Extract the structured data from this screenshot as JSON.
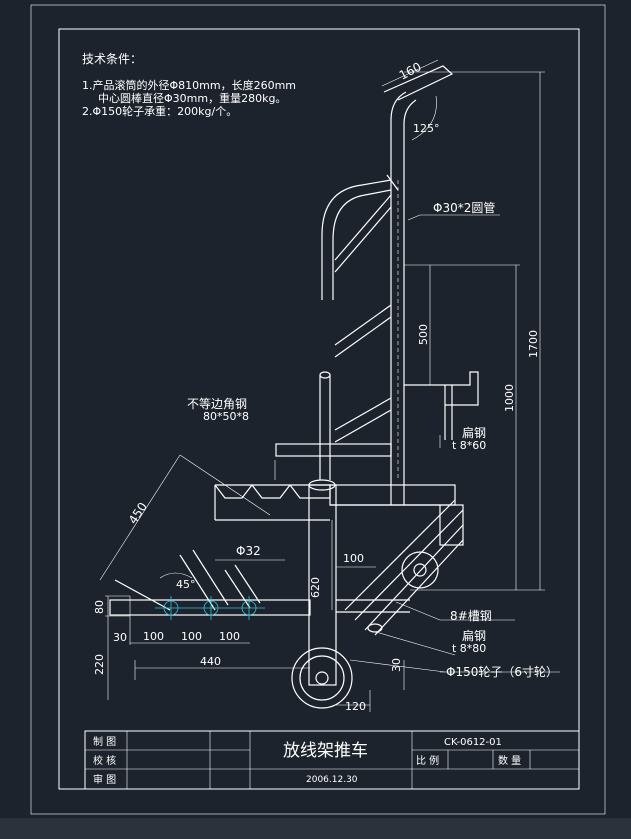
{
  "notes": {
    "heading": "技术条件：",
    "line1": "1.产品滚筒的外径Φ810mm，长度260mm",
    "line2": "中心圆棒直径Φ30mm，重量280kg。",
    "line3": "2.Φ150轮子承重：200kg/个。"
  },
  "dims": {
    "d160": "160",
    "a125": "125°",
    "tube": "Φ30*2圆管",
    "d500": "500",
    "d1700": "1700",
    "d1000": "1000",
    "angle_label1": "不等边角钢",
    "angle_label2": "80*50*8",
    "flat1a": "扁钢",
    "flat1b": "t 8*60",
    "d450": "450",
    "phi32": "Φ32",
    "a45": "45°",
    "d100a": "100",
    "d620": "620",
    "d80": "80",
    "d30a": "30",
    "d100b": "100",
    "d100c": "100",
    "d100d": "100",
    "channel": "8#槽钢",
    "flat2a": "扁钢",
    "flat2b": "t 8*80",
    "d220": "220",
    "d440": "440",
    "d30b": "30",
    "wheel": "Φ150轮子（6寸轮）",
    "d120": "120"
  },
  "title_block": {
    "drawn": "制 图",
    "checked": "校 核",
    "approved": "审 图",
    "title": "放线架推车",
    "date": "2006.12.30",
    "code": "CK-0612-01",
    "scale": "比 例",
    "qty": "数 量"
  }
}
